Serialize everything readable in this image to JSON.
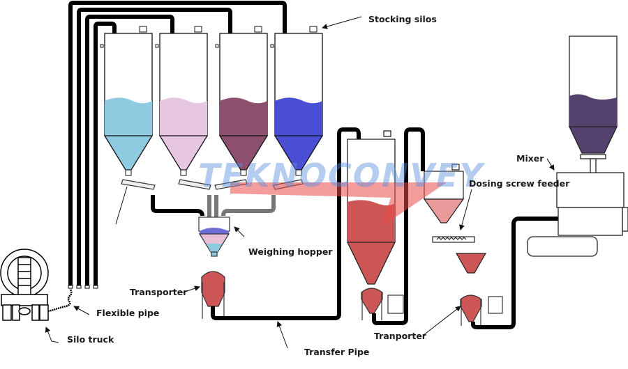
{
  "diagram": {
    "watermark": "TEKNOCONVEY",
    "labels": {
      "stocking_silos": "Stocking silos",
      "mixer": "Mixer",
      "dosing_screw_feeder": "Dosing screw feeder",
      "weighing_hopper": "Weighing hopper",
      "transporter": "Transporter",
      "flexible_pipe": "Flexible pipe",
      "silo_truck": "Silo truck",
      "transfer_pipe": "Transfer Pipe",
      "tranporter": "Tranporter"
    },
    "silos": [
      {
        "name": "silo-1",
        "color": "#8ecae0"
      },
      {
        "name": "silo-2",
        "color": "#e6c6e0"
      },
      {
        "name": "silo-3",
        "color": "#8c4f6e"
      },
      {
        "name": "silo-4",
        "color": "#4b4fd6"
      }
    ],
    "colors": {
      "product_red": "#cc5555",
      "mixer_product": "#54416e",
      "pipe": "#000000",
      "arrow_red": "#e84a4a"
    }
  }
}
